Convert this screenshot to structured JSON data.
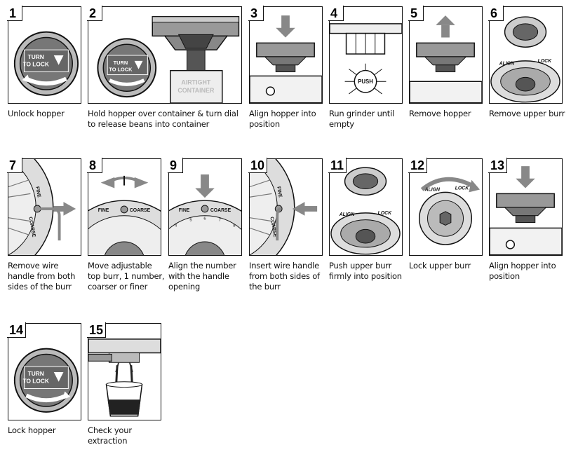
{
  "steps": [
    {
      "number": "1",
      "caption": "Unlock hopper",
      "dial_label": "TURN TO LOCK"
    },
    {
      "number": "2",
      "caption": "Hold hopper over container & turn dial to release beans into container",
      "dial_label": "TURN TO LOCK",
      "container_label": "AIRTIGHT CONTAINER"
    },
    {
      "number": "3",
      "caption": "Align hopper into position"
    },
    {
      "number": "4",
      "caption": "Run grinder until empty",
      "button_label": "PUSH"
    },
    {
      "number": "5",
      "caption": "Remove hopper"
    },
    {
      "number": "6",
      "caption": "Remove upper burr",
      "align_label": "ALIGN",
      "lock_label": "LOCK"
    },
    {
      "number": "7",
      "caption": "Remove wire handle from both sides of the burr",
      "fine_label": "FINE",
      "coarse_label": "COARSE"
    },
    {
      "number": "8",
      "caption": "Move adjustable top burr, 1 number, coarser or finer",
      "fine_label": "FINE",
      "coarse_label": "COARSE"
    },
    {
      "number": "9",
      "caption": "Align the number with the handle opening",
      "fine_label": "FINE",
      "coarse_label": "COARSE",
      "scale_numbers": [
        "4",
        "5",
        "6",
        "7",
        "8"
      ]
    },
    {
      "number": "10",
      "caption": "Insert wire handle from both sides of the burr",
      "fine_label": "FINE",
      "coarse_label": "COARSE"
    },
    {
      "number": "11",
      "caption": "Push upper burr firmly into position",
      "align_label": "ALIGN",
      "lock_label": "LOCK"
    },
    {
      "number": "12",
      "caption": "Lock upper burr",
      "align_label": "ALIGN",
      "lock_label": "LOCK"
    },
    {
      "number": "13",
      "caption": "Align hopper into position"
    },
    {
      "number": "14",
      "caption": "Lock hopper",
      "dial_label": "TURN TO LOCK"
    },
    {
      "number": "15",
      "caption": "Check your extraction"
    }
  ],
  "colors": {
    "ink": "#111111",
    "dial_grey": "#8a8a8a",
    "dark": "#333333",
    "shade": "#bdbdbd",
    "light": "#e6e6e6"
  }
}
